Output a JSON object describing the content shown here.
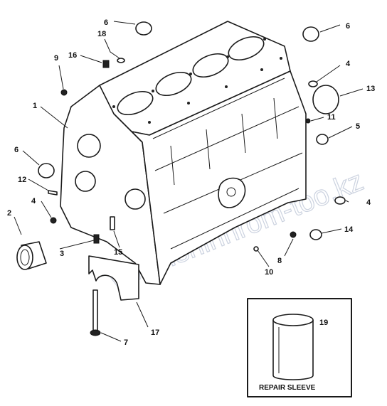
{
  "watermark": "www.shinhrom-too.kz",
  "inset": {
    "caption": "REPAIR SLEEVE",
    "callout": "19"
  },
  "callouts": [
    {
      "id": "c6a",
      "text": "6"
    },
    {
      "id": "c18",
      "text": "18"
    },
    {
      "id": "c16",
      "text": "16"
    },
    {
      "id": "c9",
      "text": "9"
    },
    {
      "id": "c6b",
      "text": "6"
    },
    {
      "id": "c4a",
      "text": "4"
    },
    {
      "id": "c13",
      "text": "13"
    },
    {
      "id": "c1",
      "text": "1"
    },
    {
      "id": "c11",
      "text": "11"
    },
    {
      "id": "c5",
      "text": "5"
    },
    {
      "id": "c6c",
      "text": "6"
    },
    {
      "id": "c12",
      "text": "12"
    },
    {
      "id": "c4b",
      "text": "4"
    },
    {
      "id": "c4c",
      "text": "4"
    },
    {
      "id": "c2",
      "text": "2"
    },
    {
      "id": "c3",
      "text": "3"
    },
    {
      "id": "c15",
      "text": "15"
    },
    {
      "id": "c14",
      "text": "14"
    },
    {
      "id": "c8",
      "text": "8"
    },
    {
      "id": "c10",
      "text": "10"
    },
    {
      "id": "c17",
      "text": "17"
    },
    {
      "id": "c7",
      "text": "7"
    }
  ]
}
